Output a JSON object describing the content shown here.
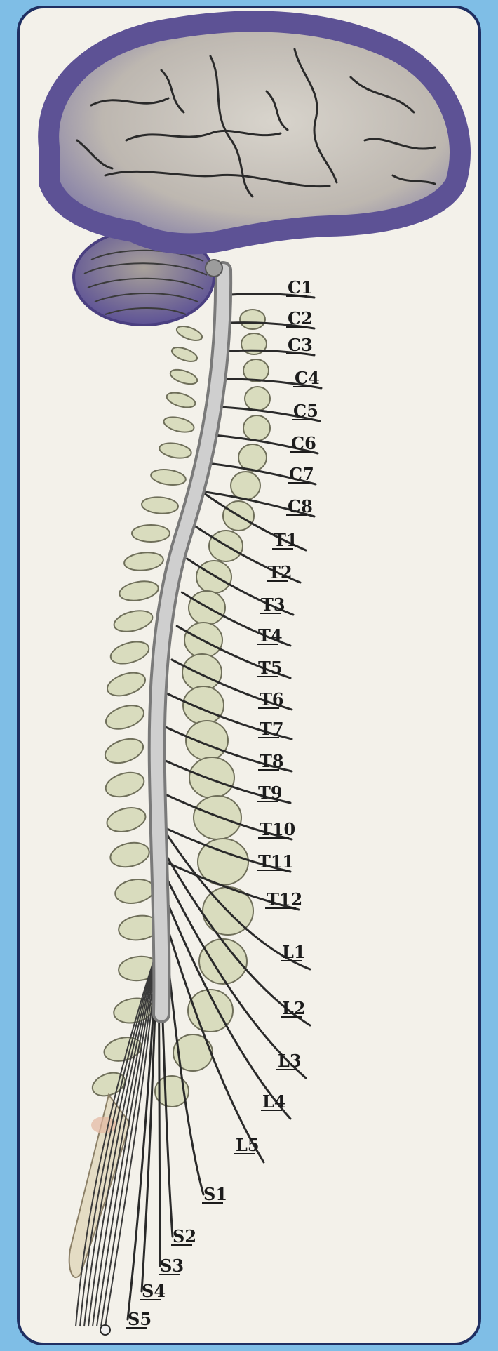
{
  "colors": {
    "frame": "#7fbee6",
    "panel": "#f3f1ea",
    "panel_border": "#1f2f62",
    "brain_outline": "#5d5295",
    "brain_fill": "#c9c4bd",
    "vertebra": "#d9dcbe",
    "cord": "#bdbdbd",
    "nerve": "#2a2a2a"
  },
  "labels": {
    "cervical": [
      "C1",
      "C2",
      "C3",
      "C4",
      "C5",
      "C6",
      "C7",
      "C8"
    ],
    "thoracic": [
      "T1",
      "T2",
      "T3",
      "T4",
      "T5",
      "T6",
      "T7",
      "T8",
      "T9",
      "T10",
      "T11",
      "T12"
    ],
    "lumbar": [
      "L1",
      "L2",
      "L3",
      "L4",
      "L5"
    ],
    "sacral": [
      "S1",
      "S2",
      "S3",
      "S4",
      "S5"
    ]
  }
}
